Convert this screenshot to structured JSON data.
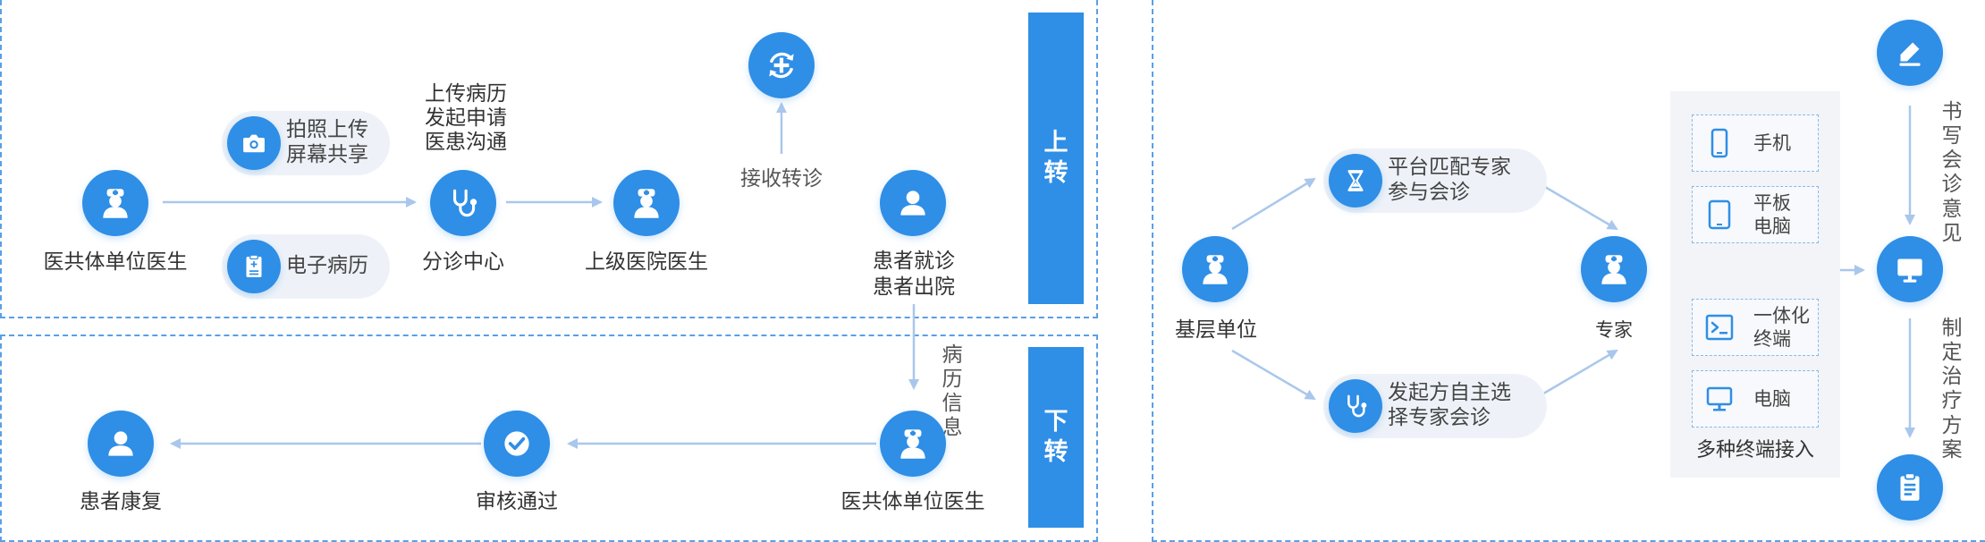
{
  "colors": {
    "accent": "#2f8ee6",
    "arrow": "#a9c7ec",
    "panel_border": "#5a9fe6",
    "pill_bg": "#eef2f8",
    "terminal_bg": "#f2f4f7"
  },
  "left": {
    "top_flow": {
      "doctor_label": "医共体单位医生",
      "pill_photo": [
        "拍照上传",
        "屏幕共享"
      ],
      "pill_emr": "电子病历",
      "triage_note": [
        "上传病历",
        "发起申请",
        "医患沟通"
      ],
      "triage_label": "分诊中心",
      "hospital_label": "上级医院医生",
      "receive_label": "接收转诊",
      "patient_label": [
        "患者就诊",
        "患者出院"
      ],
      "badge": [
        "上",
        "转"
      ]
    },
    "bottom_flow": {
      "records_note": [
        "病",
        "历",
        "信",
        "息"
      ],
      "doctor_label": "医共体单位医生",
      "review_label": "审核通过",
      "recovery_label": "患者康复",
      "badge": [
        "下",
        "转"
      ]
    }
  },
  "right": {
    "base_label": "基层单位",
    "match_pill": [
      "平台匹配专家",
      "参与会诊"
    ],
    "self_pill": [
      "发起方自主选",
      "择专家会诊"
    ],
    "expert_label": "专家",
    "terminals": {
      "items": [
        {
          "icon": "phone-icon",
          "label": [
            "手机"
          ]
        },
        {
          "icon": "tablet-icon",
          "label": [
            "平板",
            "电脑"
          ]
        },
        {
          "icon": "terminal-icon",
          "label": [
            "一体化",
            "终端"
          ]
        },
        {
          "icon": "computer-icon",
          "label": [
            "电脑"
          ]
        }
      ],
      "caption": "多种终端接入"
    },
    "write_opinion": [
      "书",
      "写",
      "会",
      "诊",
      "意",
      "见"
    ],
    "make_plan": [
      "制",
      "定",
      "治",
      "疗",
      "方",
      "案"
    ]
  }
}
